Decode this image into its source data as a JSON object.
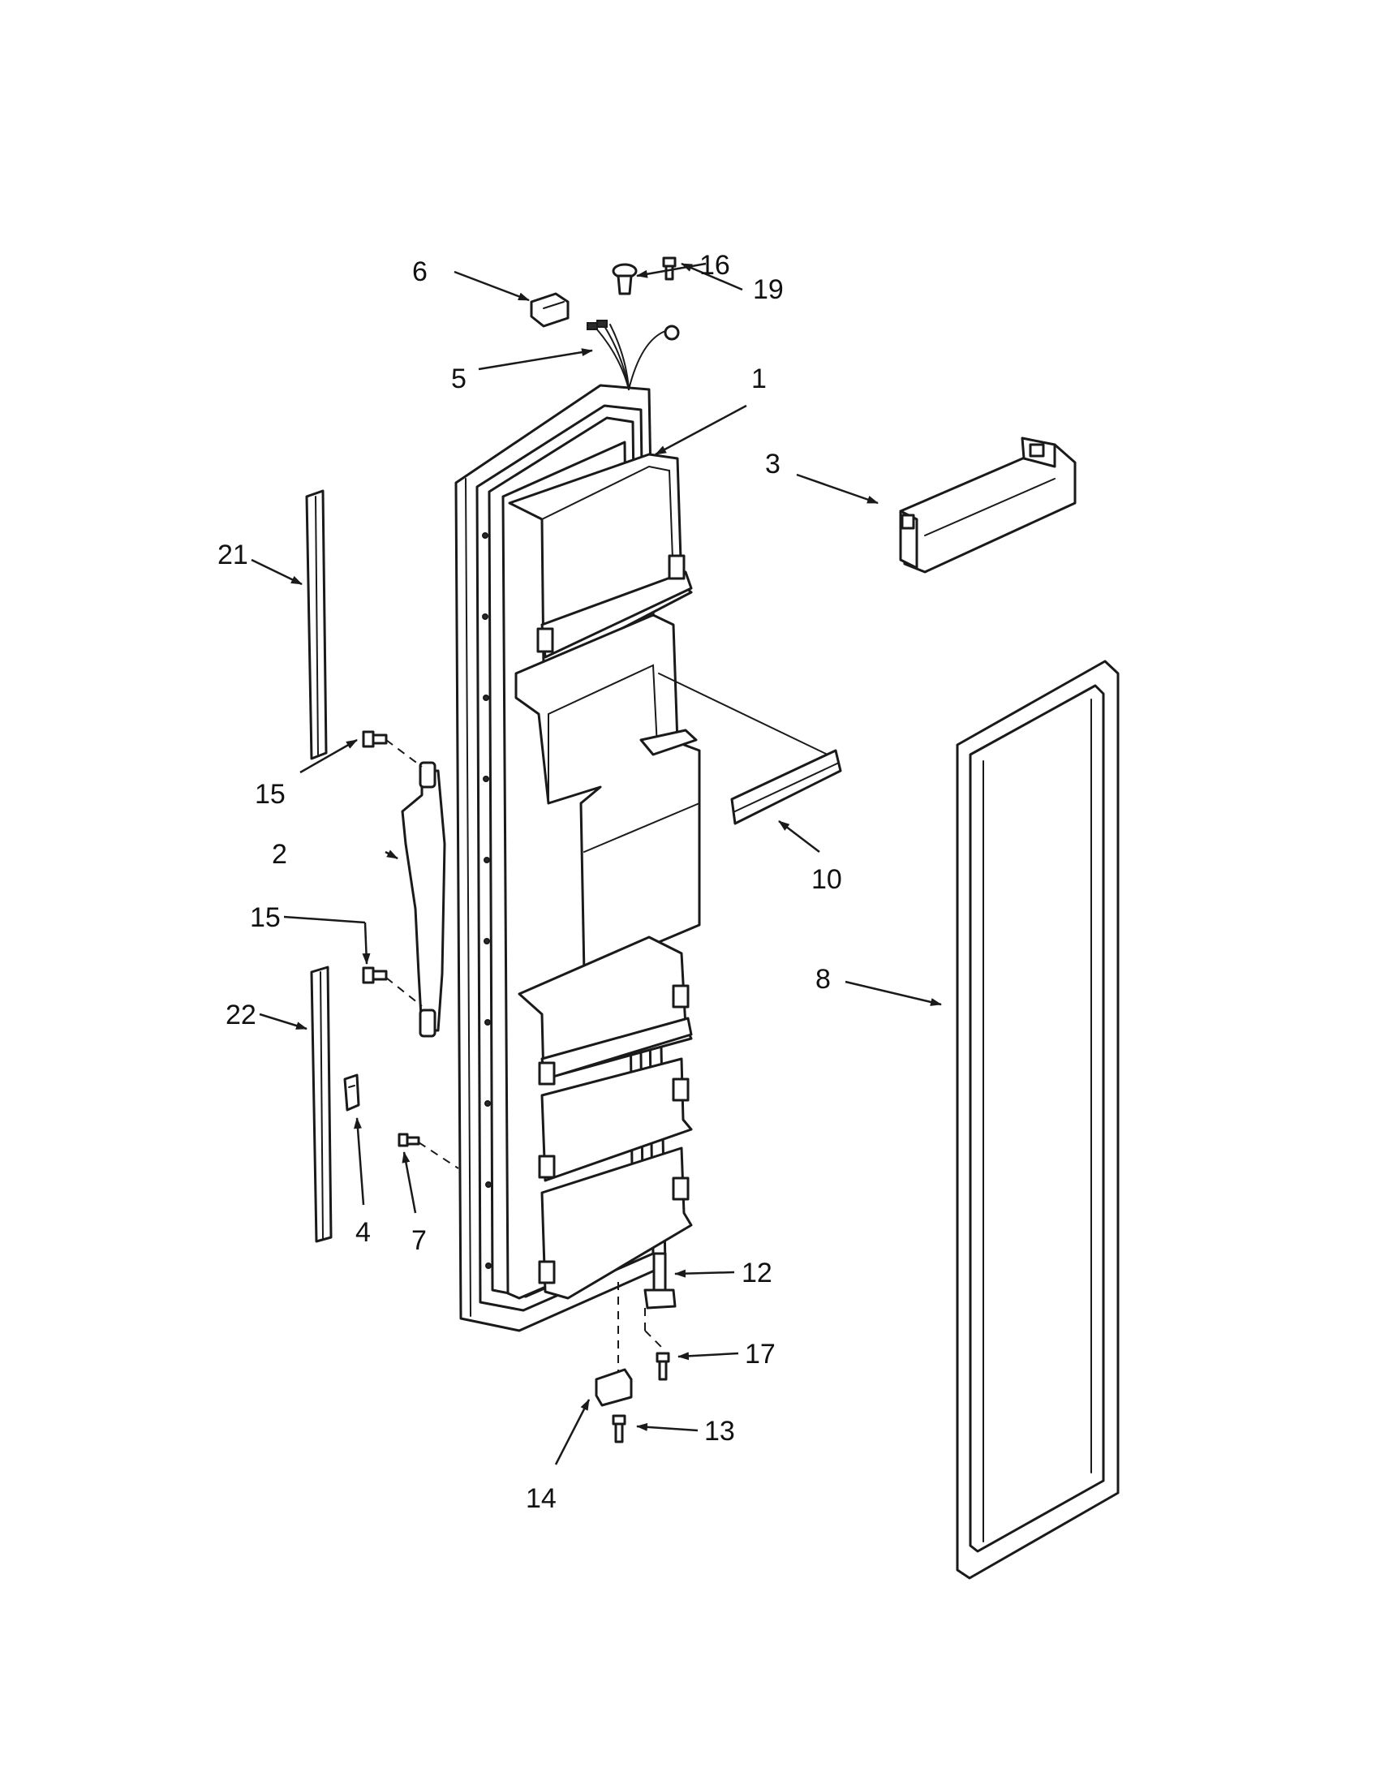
{
  "diagram": {
    "callouts": [
      {
        "id": "1",
        "label": "1"
      },
      {
        "id": "2",
        "label": "2"
      },
      {
        "id": "3",
        "label": "3"
      },
      {
        "id": "4",
        "label": "4"
      },
      {
        "id": "5",
        "label": "5"
      },
      {
        "id": "6",
        "label": "6"
      },
      {
        "id": "7",
        "label": "7"
      },
      {
        "id": "8",
        "label": "8"
      },
      {
        "id": "10",
        "label": "10"
      },
      {
        "id": "12",
        "label": "12"
      },
      {
        "id": "13",
        "label": "13"
      },
      {
        "id": "14",
        "label": "14"
      },
      {
        "id": "15a",
        "label": "15"
      },
      {
        "id": "15b",
        "label": "15"
      },
      {
        "id": "16",
        "label": "16"
      },
      {
        "id": "17",
        "label": "17"
      },
      {
        "id": "19",
        "label": "19"
      },
      {
        "id": "21",
        "label": "21"
      },
      {
        "id": "22",
        "label": "22"
      }
    ],
    "colors": {
      "ink": "#1a1a1a",
      "background": "#ffffff"
    }
  }
}
